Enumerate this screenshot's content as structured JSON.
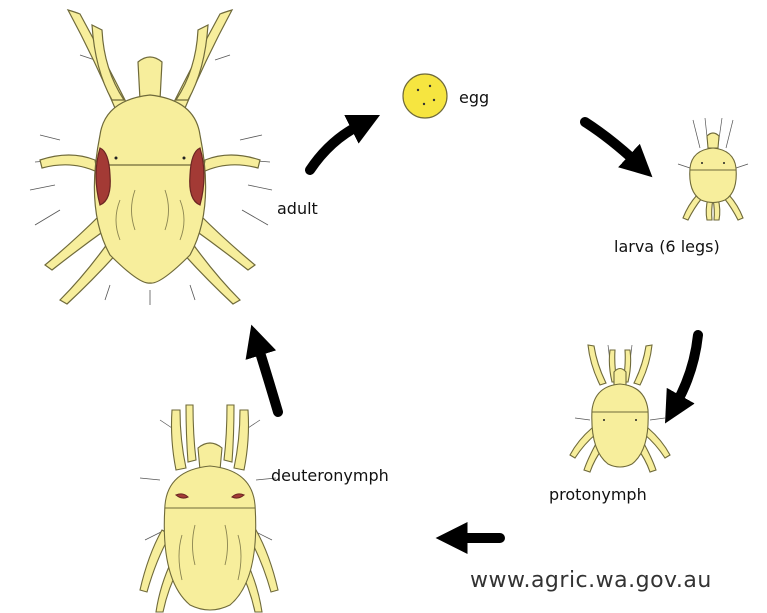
{
  "diagram": {
    "stages": {
      "egg": "egg",
      "larva": "larva (6 legs)",
      "protonymph": "protonymph",
      "deuteronymph": "deuteronymph",
      "adult": "adult"
    },
    "website": "www.agric.wa.gov.au",
    "colors": {
      "body_fill": "#f7ee9c",
      "outline": "#6f6a3a",
      "egg_fill": "#f6e540",
      "eye_patch": "#a33a35",
      "arrow": "#000000"
    }
  }
}
